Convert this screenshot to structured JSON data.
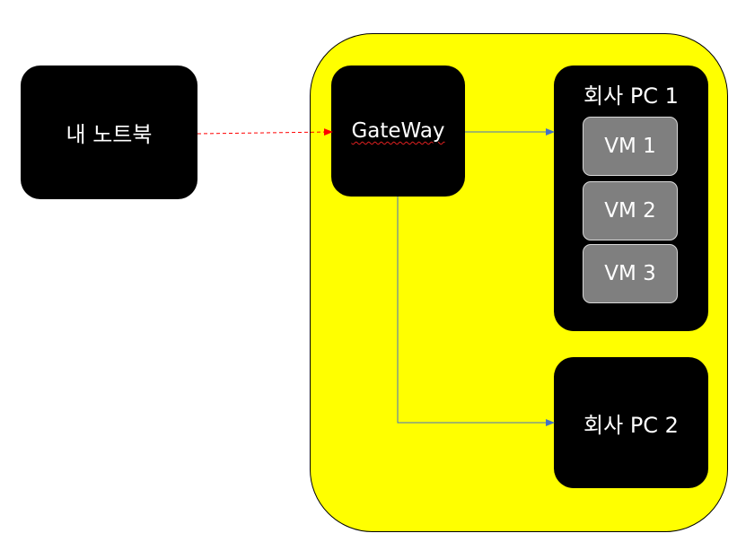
{
  "nodes": {
    "laptop": "내 노트북",
    "gateway": "GateWay",
    "company_pc_1": "회사 PC 1",
    "company_pc_2": "회사 PC 2",
    "vms": [
      "VM 1",
      "VM 2",
      "VM 3"
    ]
  },
  "edges": [
    {
      "from": "내 노트북",
      "to": "GateWay",
      "style": "dashed",
      "color": "#ff0000"
    },
    {
      "from": "GateWay",
      "to": "회사 PC 1",
      "style": "solid",
      "color": "#4472c4"
    },
    {
      "from": "GateWay",
      "to": "회사 PC 2",
      "style": "solid",
      "color": "#4472c4"
    }
  ],
  "colors": {
    "region_fill": "#ffff00",
    "node_fill": "#000000",
    "vm_fill": "#7f7f7f",
    "text": "#ffffff"
  }
}
